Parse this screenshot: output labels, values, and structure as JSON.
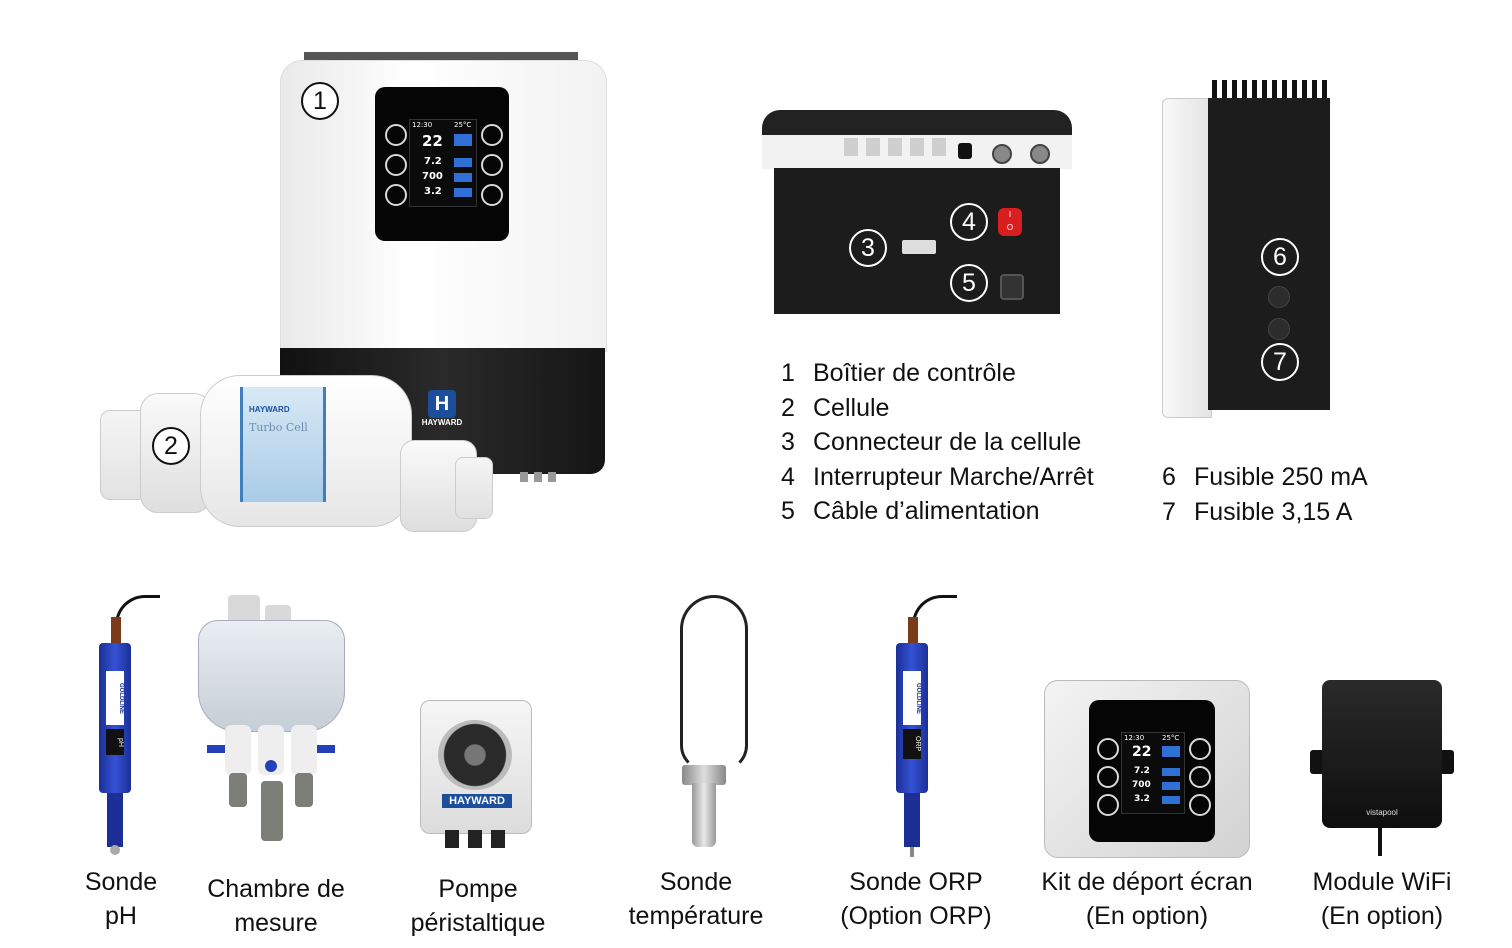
{
  "callouts": {
    "c1": "1",
    "c2": "2",
    "c3": "3",
    "c4": "4",
    "c5": "5",
    "c6": "6",
    "c7": "7"
  },
  "legend_left": [
    {
      "num": "1",
      "label": "Boîtier de contrôle"
    },
    {
      "num": "2",
      "label": "Cellule"
    },
    {
      "num": "3",
      "label": "Connecteur de la cellule"
    },
    {
      "num": "4",
      "label": "Interrupteur Marche/Arrêt"
    },
    {
      "num": "5",
      "label": "Câble d’alimentation"
    }
  ],
  "legend_right": [
    {
      "num": "6",
      "label": "Fusible 250 mA"
    },
    {
      "num": "7",
      "label": "Fusible 3,15 A"
    }
  ],
  "branding": {
    "hayward_logo": "H",
    "hayward_text": "HAYWARD",
    "cell_brand": "HAYWARD",
    "cell_name": "Turbo Cell",
    "pump_brand": "HAYWARD",
    "wifi_brand": "vistapool",
    "probe_brand": "GOLDLINE",
    "probe_ph_mark": "pH",
    "probe_orp_mark": "ORP"
  },
  "lcd": {
    "clock": "12:30",
    "temp": "25°C",
    "production": "22",
    "ph": "7.2",
    "orp": "700",
    "salt": "3.2"
  },
  "switch": {
    "on": "I",
    "off": "O"
  },
  "accessories": [
    {
      "line1": "Sonde",
      "line2": "pH"
    },
    {
      "line1": "Chambre de",
      "line2": "mesure"
    },
    {
      "line1": "Pompe",
      "line2": "péristaltique"
    },
    {
      "line1": "Sonde",
      "line2": "température"
    },
    {
      "line1": "Sonde ORP",
      "line2": "(Option ORP)"
    },
    {
      "line1": "Kit de déport écran",
      "line2": "(En option)"
    },
    {
      "line1": "Module WiFi",
      "line2": "(En option)"
    }
  ],
  "colors": {
    "probe_blue": "#2340b8",
    "control_white": "#f4f4f4",
    "control_black": "#1a1a1a",
    "switch_red": "#d81e1e",
    "lcd_accent": "#2f6fd6"
  }
}
